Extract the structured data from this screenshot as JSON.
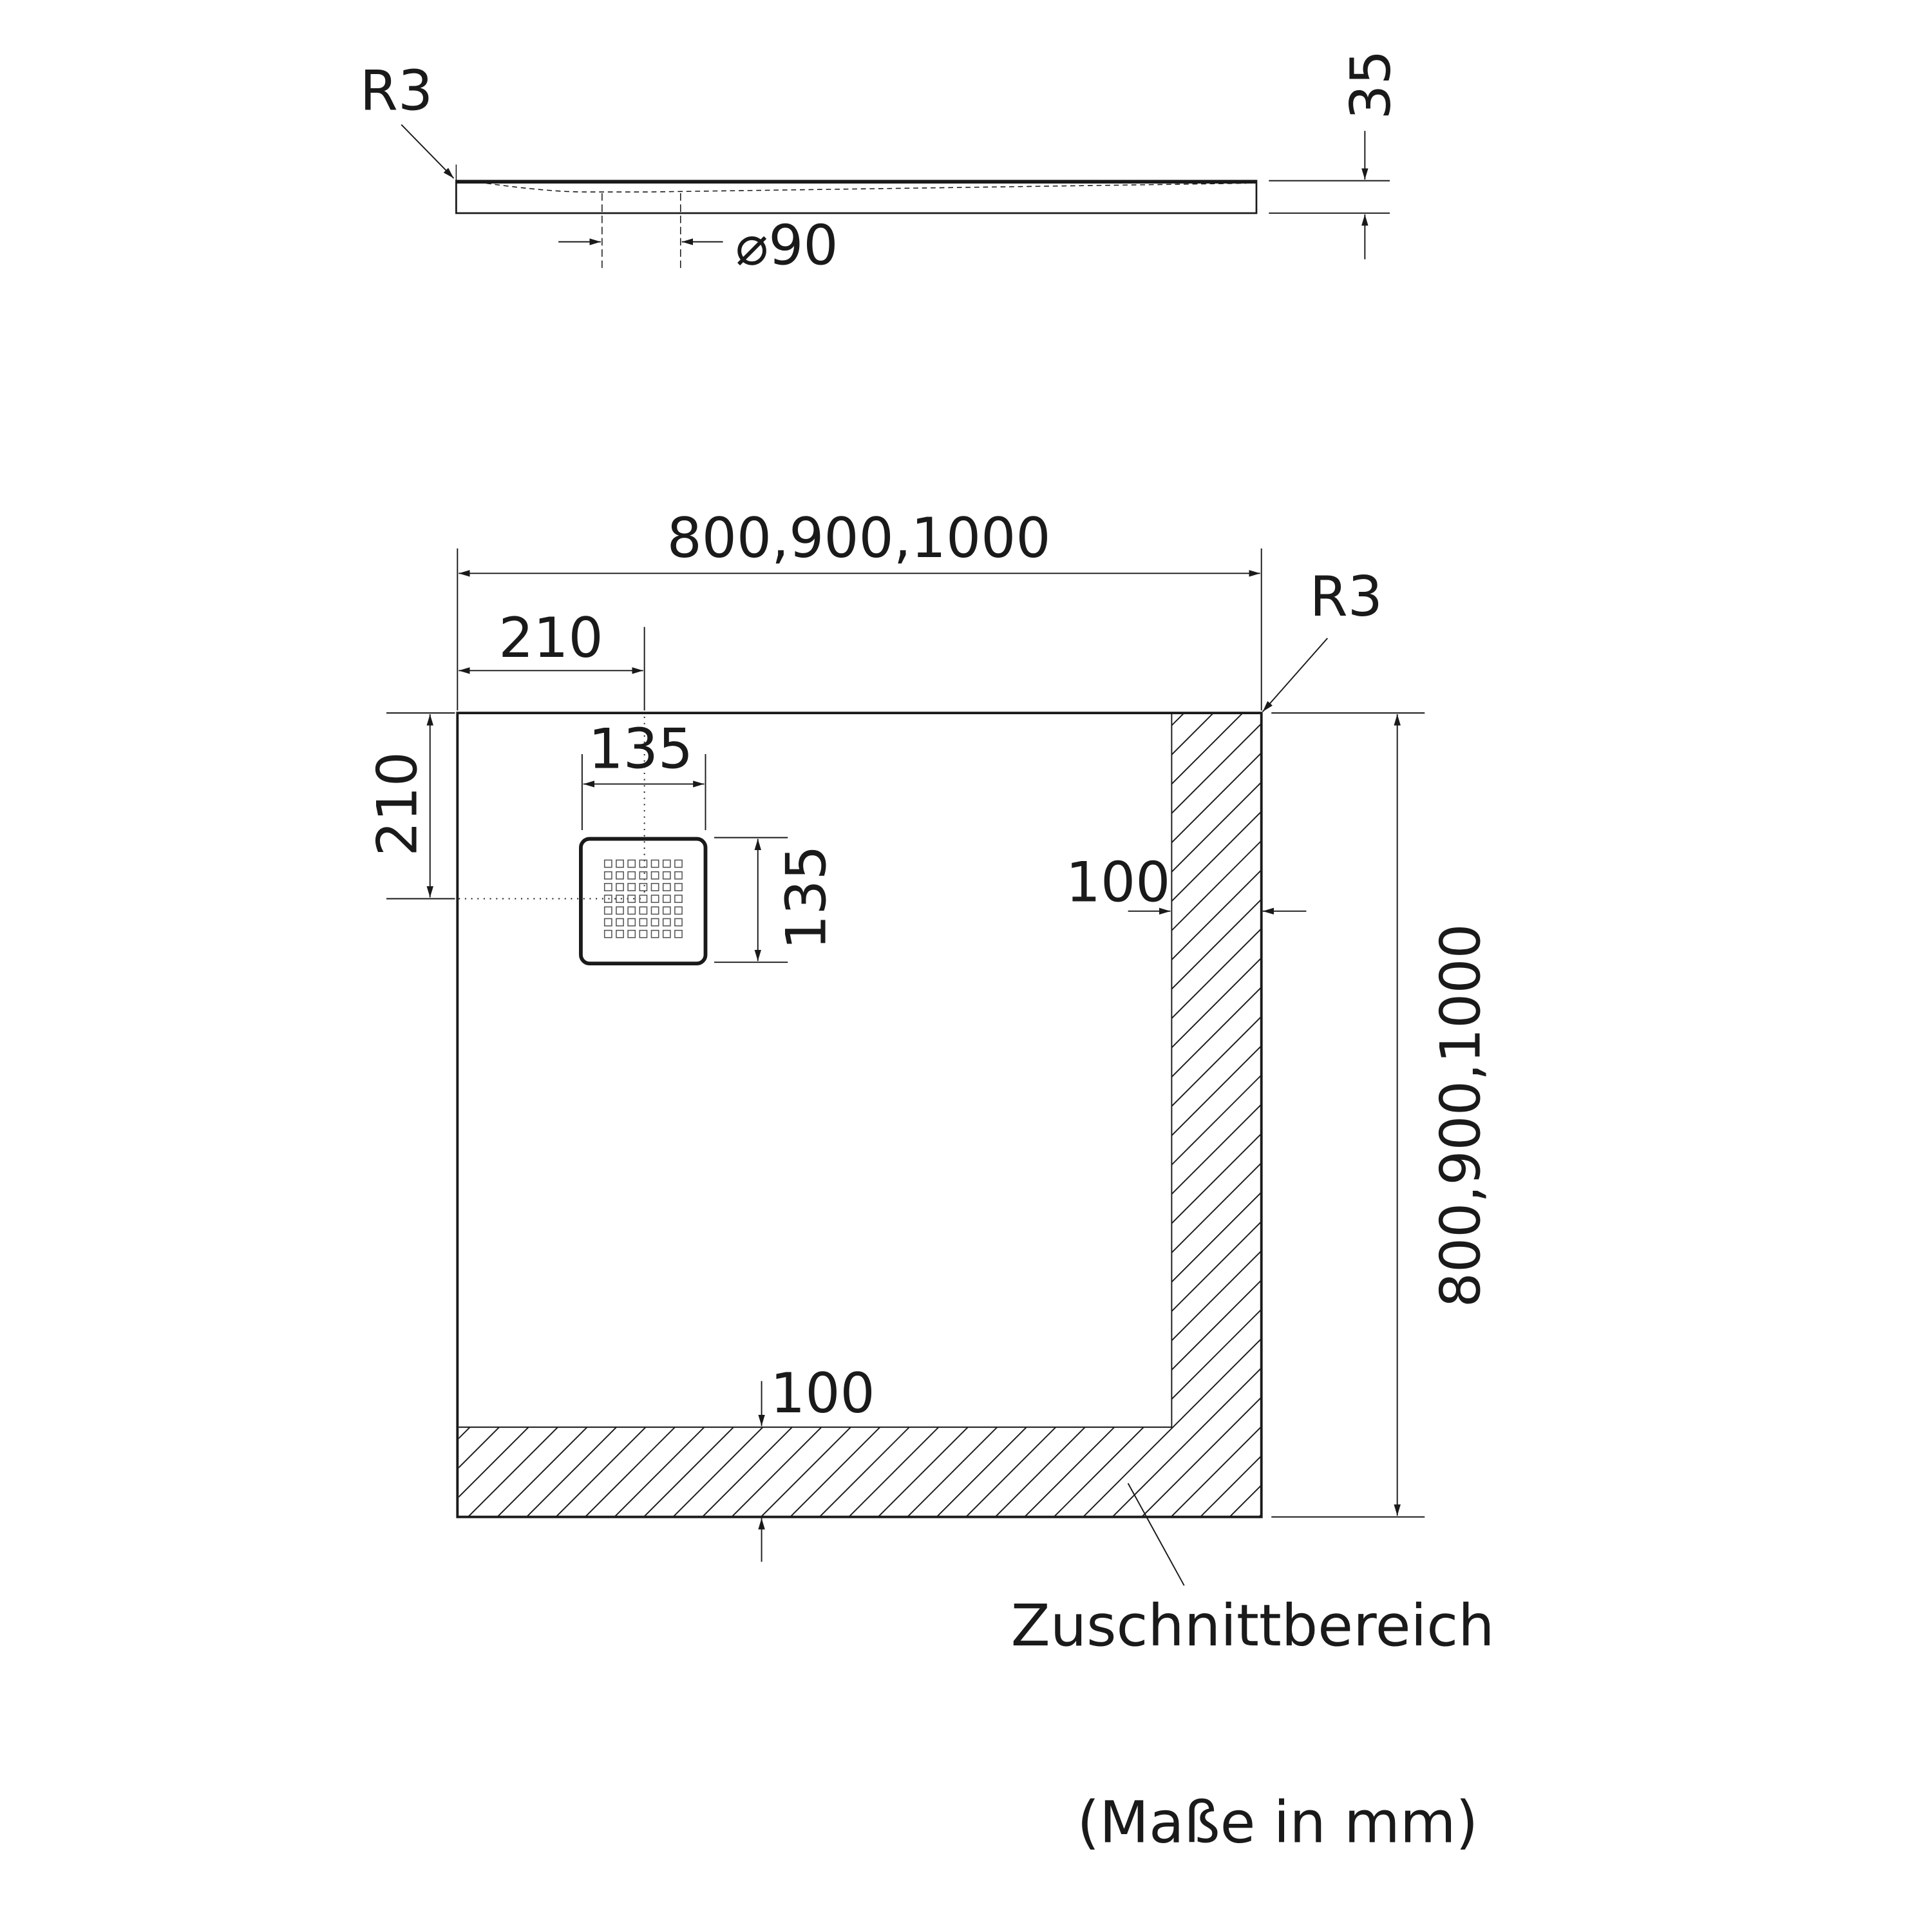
{
  "side_view": {
    "radius_label": "R3",
    "height_label": "35",
    "drain_diameter_label": "⌀90"
  },
  "top_view": {
    "width_label": "800,900,1000",
    "depth_label": "800,900,1000",
    "radius_label": "R3",
    "drain_offset_x_label": "210",
    "drain_offset_y_label": "210",
    "drain_width_label": "135",
    "drain_height_label": "135",
    "cut_right_label": "100",
    "cut_bottom_label": "100",
    "cut_area_label": "Zuschnittbereich"
  },
  "units_note": "(Maße in mm)",
  "colors": {
    "line": "#1a1a1a",
    "background": "#ffffff"
  }
}
